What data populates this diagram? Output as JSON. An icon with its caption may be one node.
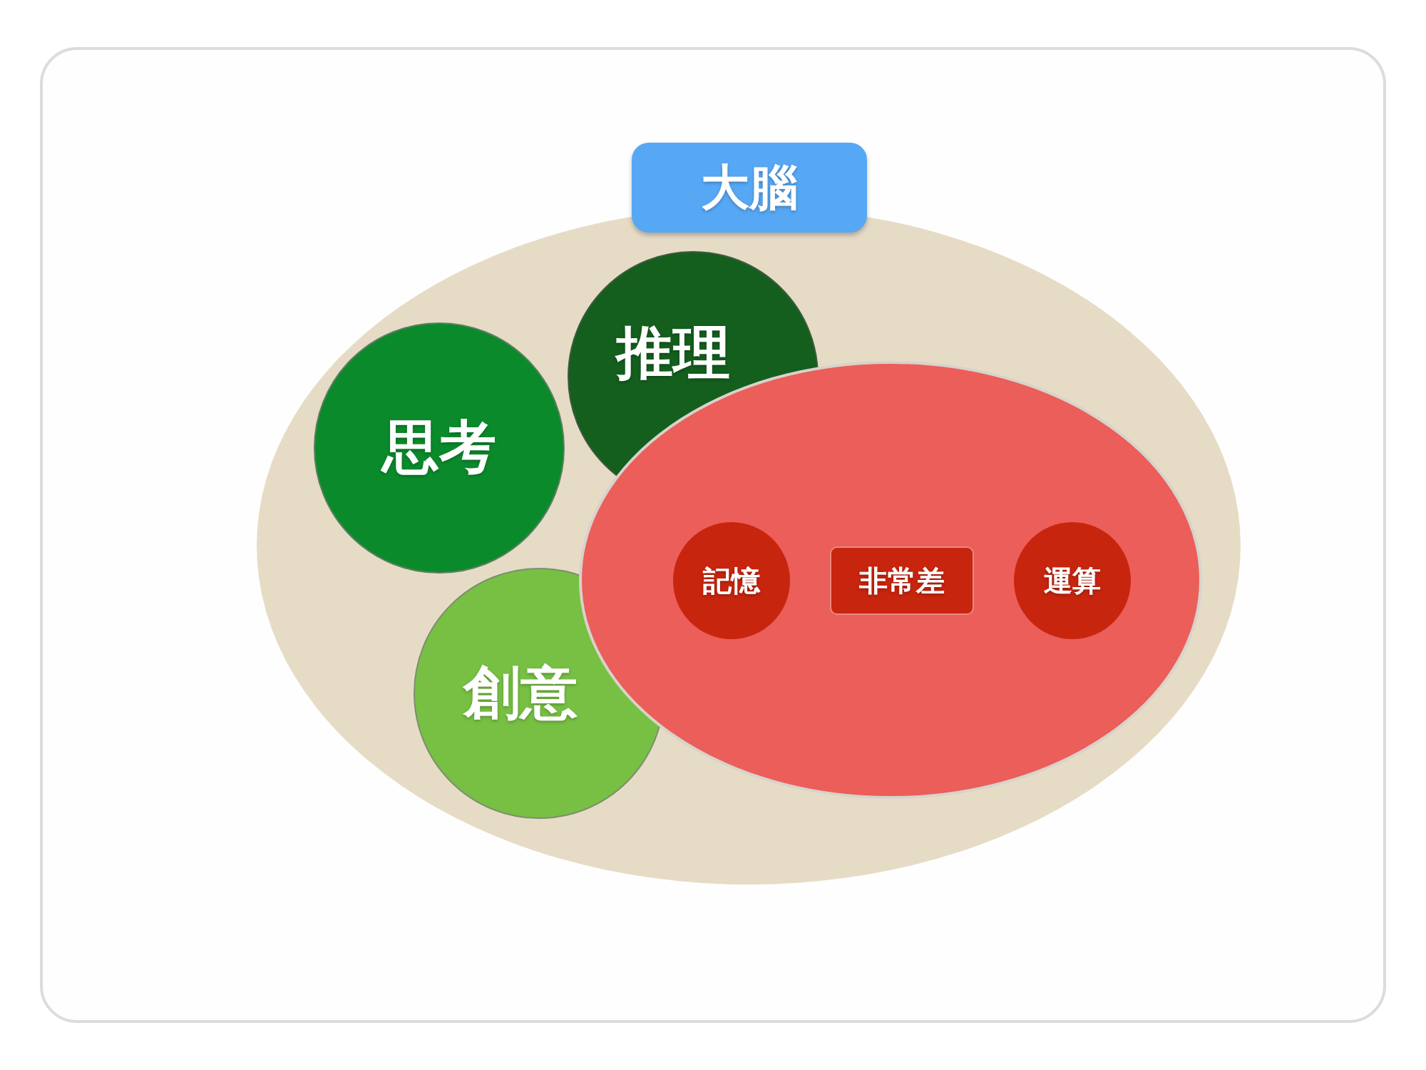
{
  "diagram": {
    "nodes": [
      {
        "text": [
          "大腦"
        ]
      },
      {
        "text": [
          "思考"
        ],
        "in": 0
      },
      {
        "text": [
          "推理"
        ],
        "in": 0
      },
      {
        "text": [
          "創意"
        ],
        "in": 0
      },
      {
        "text": [],
        "shape": "ellipse",
        "in": 0
      },
      {
        "text": [
          "記憶"
        ],
        "in": 4
      },
      {
        "text": [
          "非常差"
        ],
        "in": 4
      },
      {
        "text": [
          "運算"
        ],
        "in": 4
      }
    ]
  }
}
